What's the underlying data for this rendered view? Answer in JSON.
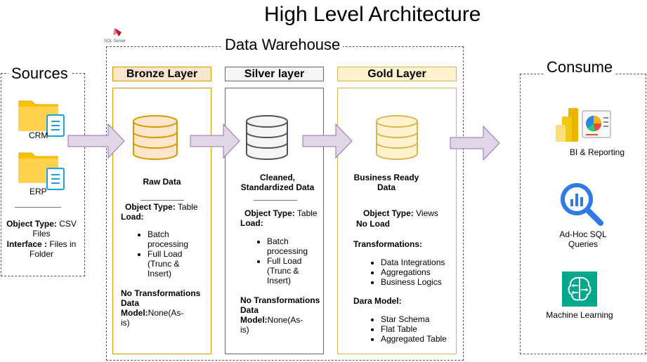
{
  "title": "High Level Architecture",
  "warehouse_title": "Data Warehouse",
  "sql_server_label": "SQL Server",
  "sources": {
    "title": "Sources",
    "items": [
      {
        "label": "CRM"
      },
      {
        "label": "ERP"
      }
    ],
    "object_type_label": "Object Type:",
    "object_type_value": "CSV Files",
    "interface_label": "Interface :",
    "interface_value": "Files in Folder"
  },
  "layers": [
    {
      "name": "Bronze Layer",
      "description": "Raw Data",
      "object_type_label": "Object Type:",
      "object_type_value": "Table",
      "load_label": "Load:",
      "load_items": [
        "Batch processing",
        "Full Load (Trunc & Insert)"
      ],
      "transformations_label": "No Transformations",
      "data_model_label": "Data Model:",
      "data_model_value": "None(As-is)"
    },
    {
      "name": "Silver layer",
      "description": "Cleaned, Standardized Data",
      "object_type_label": "Object Type:",
      "object_type_value": "Table",
      "load_label": "Load:",
      "load_items": [
        "Batch processing",
        "Full Load (Trunc & Insert)"
      ],
      "transformations_label": "No Transformations",
      "data_model_label": "Data Model:",
      "data_model_value": "None(As-is)"
    },
    {
      "name": "Gold Layer",
      "description": "Business Ready Data",
      "object_type_label": "Object Type:",
      "object_type_value": "Views",
      "load_label": "No Load",
      "transformations_label": "Transformations:",
      "transformations": [
        "Data Integrations",
        "Aggregations",
        "Business Logics"
      ],
      "data_model_label": "Dara Model:",
      "data_model_items": [
        "Star Schema",
        "Flat Table",
        "Aggregated Table"
      ]
    }
  ],
  "consume": {
    "title": "Consume",
    "items": [
      {
        "label": "BI & Reporting",
        "icon": "power-bi-icon"
      },
      {
        "label": "Ad-Hoc SQL Queries",
        "icon": "magnifier-chart-icon"
      },
      {
        "label": "Machine Learning",
        "icon": "brain-chip-icon"
      }
    ]
  },
  "colors": {
    "bronze": "#FBE5CC",
    "bronze_border": "#D79B00",
    "silver": "#F5F5F5",
    "silver_border": "#666666",
    "gold": "#FFF2CC",
    "gold_border": "#D6B656",
    "arrow_fill": "#E1D5E7",
    "arrow_stroke": "#9673A6",
    "folder": "#FFC000",
    "doc": "#1BA1E2"
  }
}
